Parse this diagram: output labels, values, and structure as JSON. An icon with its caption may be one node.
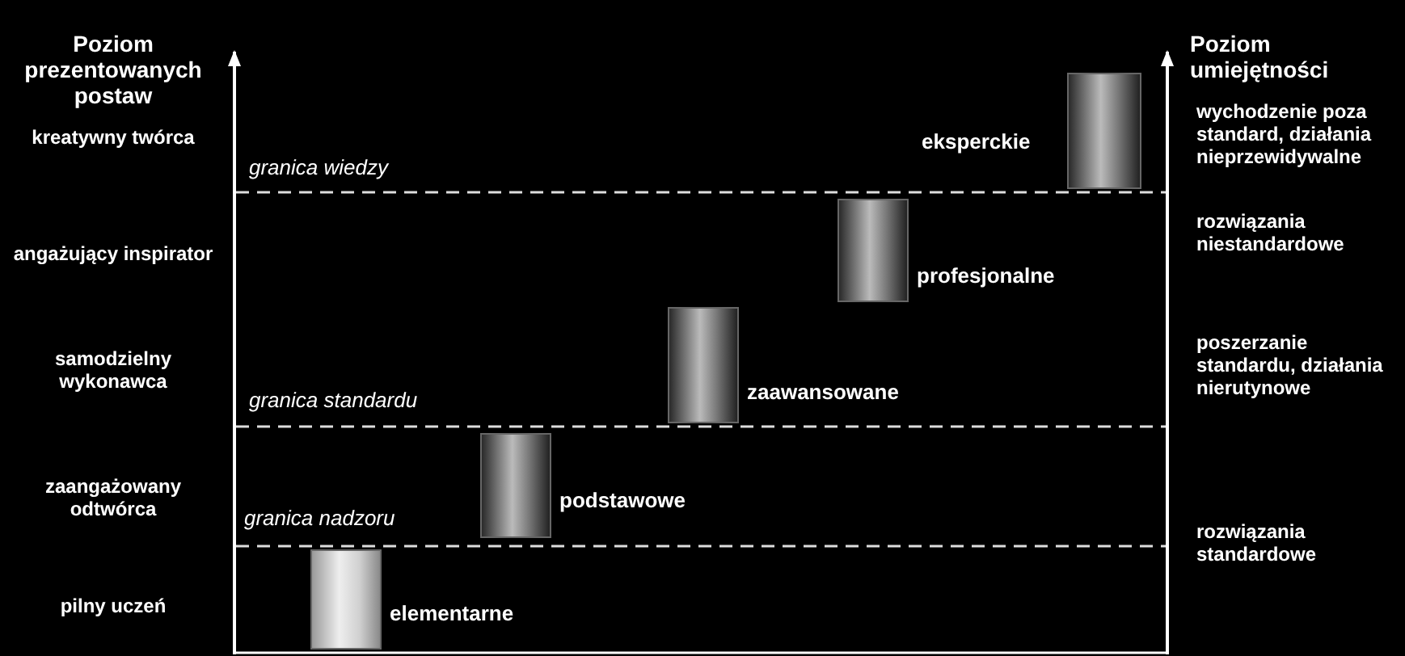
{
  "diagram": {
    "nodes": [
      {
        "text": [],
        "shape": "bar",
        "beside": [
          "elementarne"
        ]
      },
      {
        "text": [],
        "shape": "bar",
        "beside": [
          "podstawowe"
        ]
      },
      {
        "text": [],
        "shape": "bar",
        "beside": [
          "zaawansowane"
        ]
      },
      {
        "text": [],
        "shape": "bar",
        "beside": [
          "profesjonalne"
        ]
      },
      {
        "text": [],
        "shape": "bar",
        "beside": [
          "eksperckie"
        ]
      }
    ],
    "edges": [],
    "labels": [
      "Poziom prezentowanych postaw",
      "Poziom umiejętności",
      "kreatywny twórca",
      "wychodzenie poza standard, działania nieprzewidywalne",
      "granica wiedzy",
      "angażujący inspirator",
      "rozwiązania niestandardowe",
      "samodzielny wykonawca",
      "poszerzanie standardu, działania nierutynowe",
      "granica standardu",
      "zaangażowany odtwórca",
      "granica nadzoru",
      "rozwiązania standardowe",
      "pilny uczeń"
    ]
  }
}
